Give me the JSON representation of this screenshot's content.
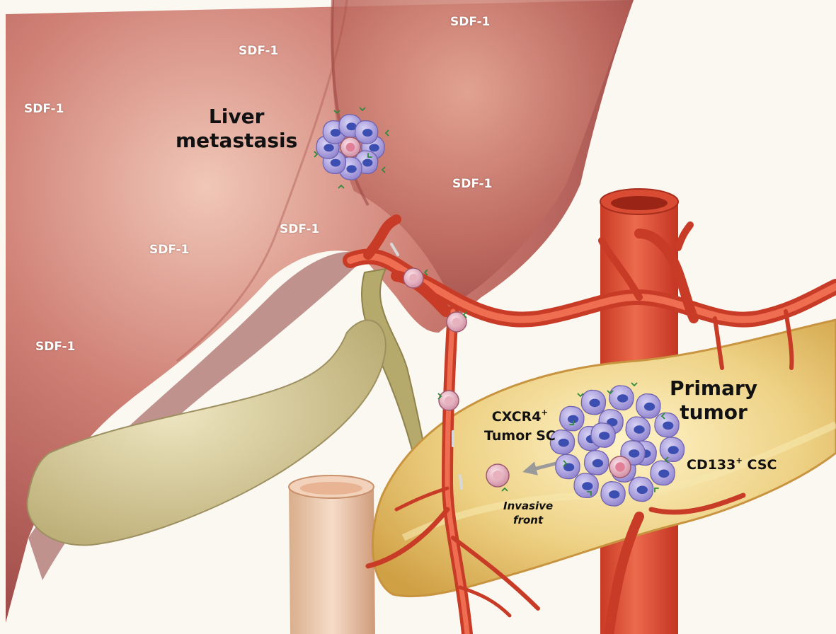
{
  "sdf_labels": [
    "SDF-1",
    "SDF-1",
    "SDF-1",
    "SDF-1",
    "SDF-1",
    "SDF-1",
    "SDF-1"
  ],
  "organ_labels": {
    "liver_metastasis": [
      "Liver",
      "metastasis"
    ],
    "primary_tumor": [
      "Primary",
      "tumor"
    ]
  },
  "cell_labels": {
    "cxcr4": {
      "base": "CXCR4",
      "sup": "+",
      "line2": "Tumor SC"
    },
    "cd133": {
      "base": "CD133",
      "sup": "+",
      "rest": " CSC"
    },
    "invasive_front": [
      "Invasive",
      "front"
    ]
  },
  "colors": {
    "liver": "#b2524e",
    "artery": "#d9533a",
    "pancreas": "#e8c25a",
    "gallbladder": "#cfc18e",
    "tumor_cell": "#9c8fd6",
    "nucleus": "#3c4fb0",
    "stem_cell": "#d77f94",
    "receptor": "#2e8b3a"
  },
  "icons": {
    "cell": "cell-icon",
    "stem_cell": "stem-cell-icon",
    "receptor": "receptor-icon",
    "arrow": "arrow-icon"
  }
}
